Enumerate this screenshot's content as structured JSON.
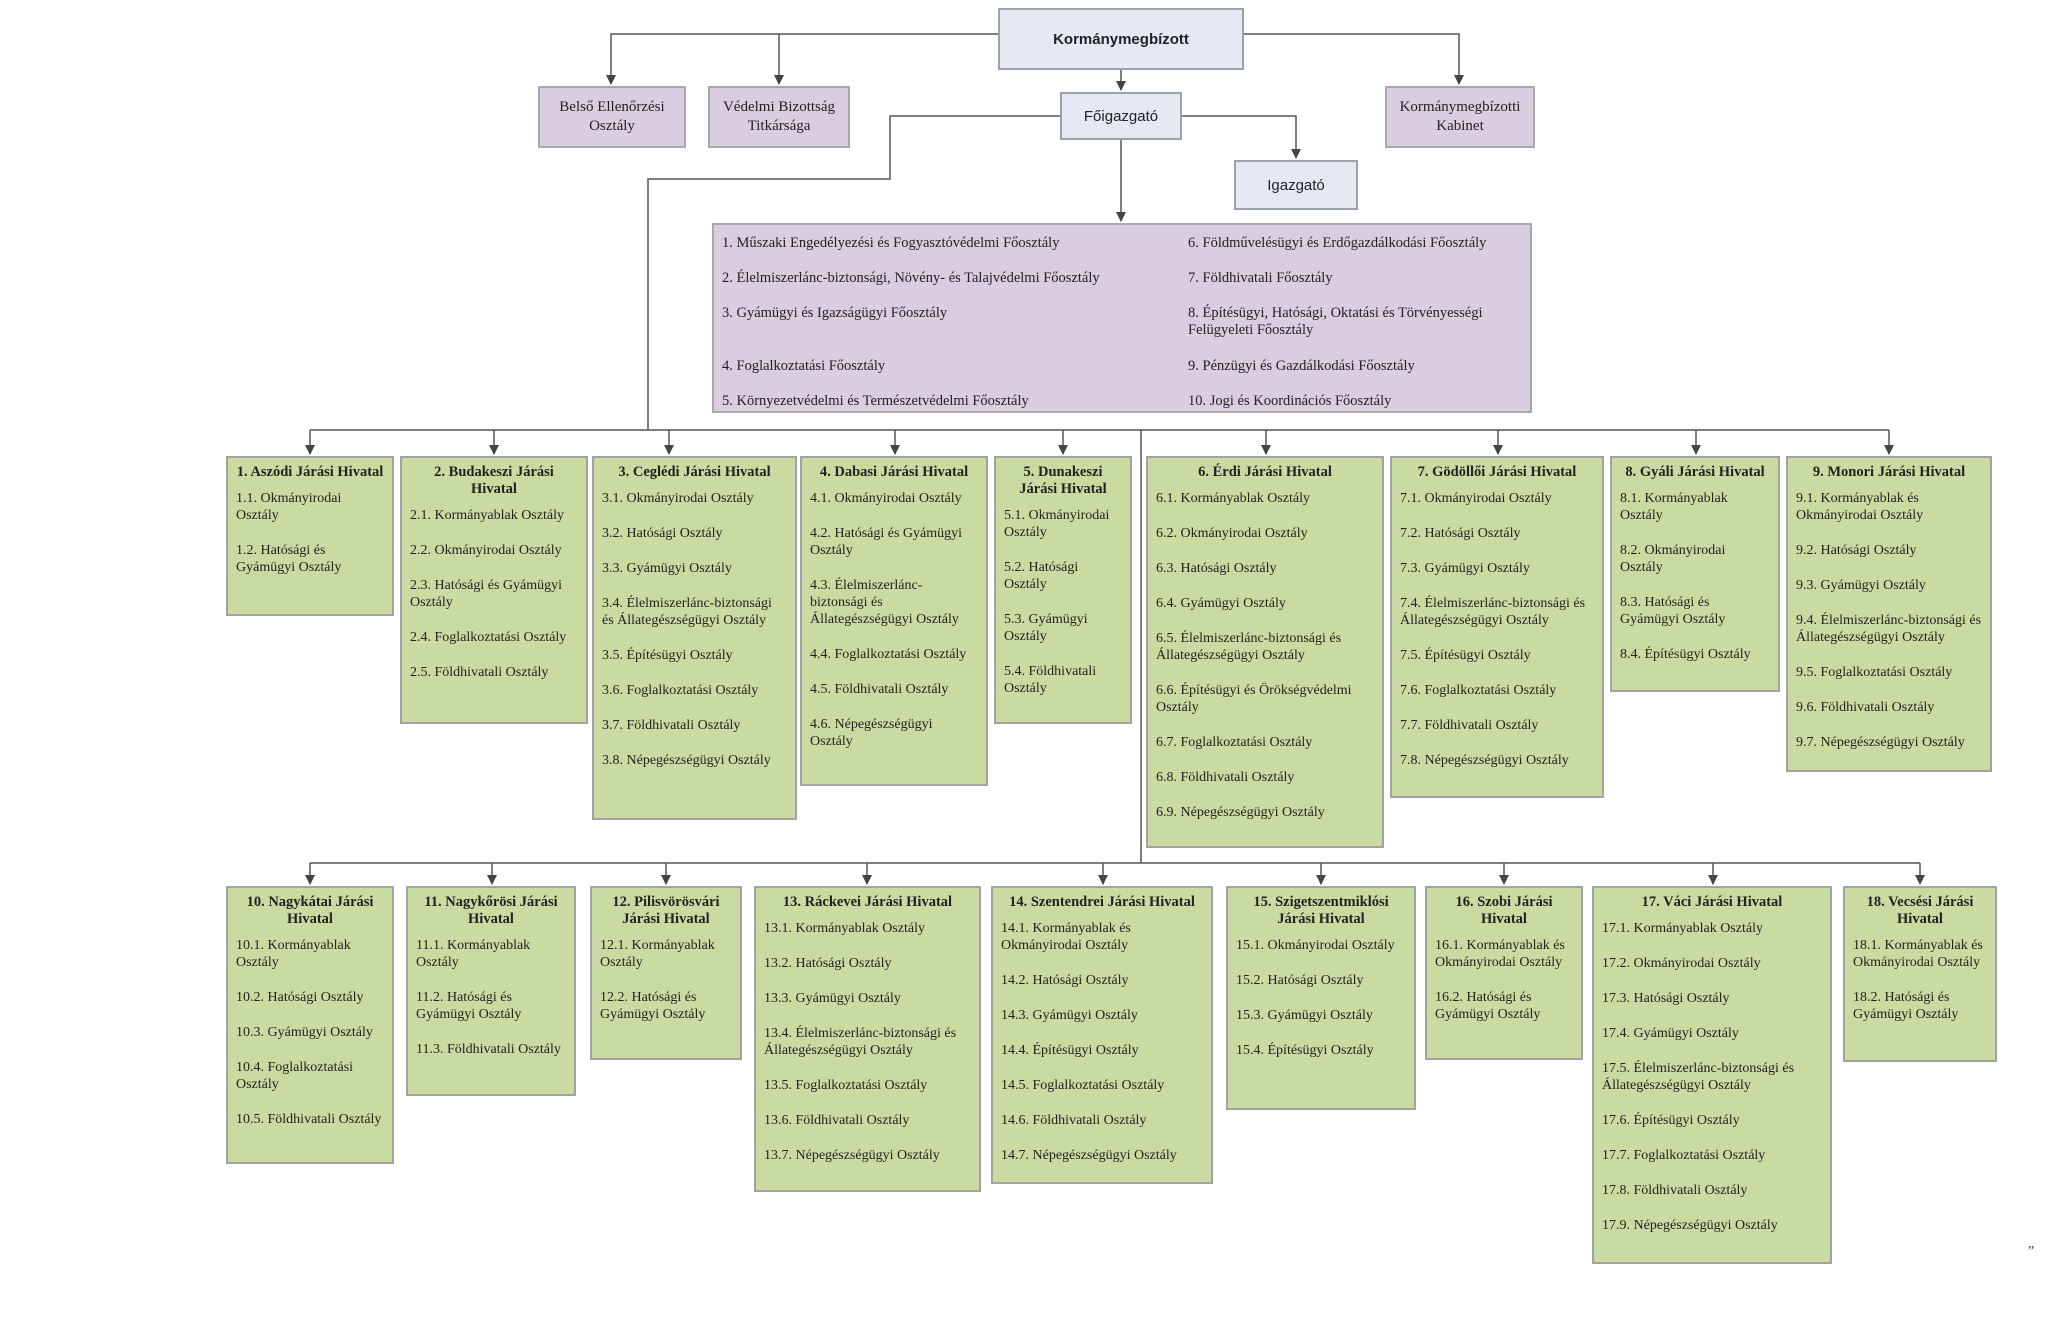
{
  "top": {
    "kormanymegbizott": "Kormánymegbízott",
    "foigazgato": "Főigazgató",
    "igazgato": "Igazgató",
    "belso": "Belső Ellenőrzési Osztály",
    "vedelmi": "Védelmi Bizottság Titkársága",
    "kabinet": "Kormánymegbízotti Kabinet"
  },
  "departments": [
    "1. Műszaki Engedélyezési és Fogyasztóvédelmi Főosztály",
    "2. Élelmiszerlánc-biztonsági, Növény- és Talajvédelmi Főosztály",
    "3. Gyámügyi és Igazságügyi Főosztály",
    "4. Foglalkoztatási Főosztály",
    "5. Környezetvédelmi és Természetvédelmi Főosztály",
    "6. Földművelésügyi  és Erdőgazdálkodási Főosztály",
    "7. Földhivatali Főosztály",
    "8. Építésügyi, Hatósági, Oktatási és Törvényességi Felügyeleti Főosztály",
    "9. Pénzügyi és Gazdálkodási Főosztály",
    "10. Jogi és Koordinációs Főosztály"
  ],
  "offices_row1": [
    {
      "title": "1. Aszódi Járási Hivatal",
      "items": [
        "1.1. Okmányirodai Osztály",
        "1.2. Hatósági és Gyámügyi Osztály"
      ]
    },
    {
      "title": "2. Budakeszi Járási Hivatal",
      "items": [
        "2.1. Kormányablak Osztály",
        "2.2. Okmányirodai Osztály",
        "2.3. Hatósági és Gyámügyi Osztály",
        "2.4. Foglalkoztatási Osztály",
        "2.5. Földhivatali Osztály"
      ]
    },
    {
      "title": "3. Ceglédi Járási Hivatal",
      "items": [
        "3.1. Okmányirodai Osztály",
        "3.2. Hatósági Osztály",
        "3.3. Gyámügyi Osztály",
        "3.4. Élelmiszerlánc-biztonsági és Állategészségügyi Osztály",
        "3.5. Építésügyi Osztály",
        "3.6. Foglalkoztatási Osztály",
        "3.7. Földhivatali  Osztály",
        "3.8. Népegészségügyi Osztály"
      ]
    },
    {
      "title": "4. Dabasi Járási Hivatal",
      "items": [
        "4.1. Okmányirodai Osztály",
        "4.2. Hatósági és Gyámügyi Osztály",
        "4.3. Élelmiszerlánc-biztonsági és Állategészségügyi Osztály",
        "4.4. Foglalkoztatási Osztály",
        "4.5. Földhivatali  Osztály",
        "4.6. Népegészségügyi Osztály"
      ]
    },
    {
      "title": "5. Dunakeszi Járási Hivatal",
      "items": [
        "5.1. Okmányirodai Osztály",
        "5.2. Hatósági Osztály",
        "5.3. Gyámügyi Osztály",
        "5.4. Földhivatali Osztály"
      ]
    },
    {
      "title": "6. Érdi Járási Hivatal",
      "items": [
        "6.1. Kormányablak Osztály",
        "6.2. Okmányirodai Osztály",
        "6.3. Hatósági Osztály",
        "6.4. Gyámügyi Osztály",
        "6.5. Élelmiszerlánc-biztonsági és Állategészségügyi Osztály",
        "6.6. Építésügyi és Örökségvédelmi Osztály",
        "6.7. Foglalkoztatási Osztály",
        "6.8. Földhivatali Osztály",
        "6.9. Népegészségügyi Osztály"
      ]
    },
    {
      "title": "7. Gödöllői Járási Hivatal",
      "items": [
        "7.1. Okmányirodai Osztály",
        "7.2. Hatósági Osztály",
        "7.3. Gyámügyi Osztály",
        "7.4. Élelmiszerlánc-biztonsági és Állategészségügyi Osztály",
        "7.5. Építésügyi Osztály",
        "7.6. Foglalkoztatási Osztály",
        "7.7. Földhivatali Osztály",
        "7.8. Népegészségügyi Osztály"
      ]
    },
    {
      "title": "8. Gyáli Járási Hivatal",
      "items": [
        "8.1. Kormányablak Osztály",
        "8.2. Okmányirodai Osztály",
        "8.3. Hatósági és Gyámügyi Osztály",
        "8.4. Építésügyi Osztály"
      ]
    },
    {
      "title": "9. Monori Járási Hivatal",
      "items": [
        "9.1. Kormányablak és Okmányirodai Osztály",
        "9.2. Hatósági Osztály",
        "9.3. Gyámügyi Osztály",
        "9.4. Élelmiszerlánc-biztonsági és Állategészségügyi Osztály",
        "9.5. Foglalkoztatási Osztály",
        "9.6. Földhivatali Osztály",
        "9.7. Népegészségügyi Osztály"
      ]
    }
  ],
  "offices_row2": [
    {
      "title": "10. Nagykátai Járási Hivatal",
      "items": [
        "10.1. Kormányablak Osztály",
        "10.2. Hatósági Osztály",
        "10.3. Gyámügyi Osztály",
        "10.4. Foglalkoztatási Osztály",
        "10.5. Földhivatali Osztály"
      ]
    },
    {
      "title": "11. Nagykőrösi Járási Hivatal",
      "items": [
        "11.1. Kormányablak Osztály",
        "11.2. Hatósági és Gyámügyi Osztály",
        "11.3. Földhivatali Osztály"
      ]
    },
    {
      "title": "12. Pilisvörösvári Járási Hivatal",
      "items": [
        "12.1. Kormányablak Osztály",
        "12.2. Hatósági és Gyámügyi Osztály"
      ]
    },
    {
      "title": "13. Ráckevei Járási Hivatal",
      "items": [
        "13.1. Kormányablak Osztály",
        "13.2. Hatósági Osztály",
        "13.3. Gyámügyi Osztály",
        "13.4. Élelmiszerlánc-biztonsági és Állategészségügyi Osztály",
        "13.5. Foglalkoztatási Osztály",
        "13.6. Földhivatali Osztály",
        "13.7. Népegészségügyi Osztály"
      ]
    },
    {
      "title": "14. Szentendrei Járási Hivatal",
      "items": [
        "14.1. Kormányablak és Okmányirodai Osztály",
        "14.2. Hatósági Osztály",
        "14.3. Gyámügyi Osztály",
        "14.4. Építésügyi Osztály",
        "14.5. Foglalkoztatási Osztály",
        "14.6. Földhivatali Osztály",
        "14.7. Népegészségügyi Osztály"
      ]
    },
    {
      "title": "15. Szigetszentmiklósi Járási Hivatal",
      "items": [
        "15.1. Okmányirodai Osztály",
        "15.2. Hatósági Osztály",
        "15.3. Gyámügyi Osztály",
        "15.4. Építésügyi Osztály"
      ]
    },
    {
      "title": "16. Szobi Járási Hivatal",
      "items": [
        "16.1. Kormányablak és Okmányirodai Osztály",
        "16.2. Hatósági és Gyámügyi Osztály"
      ]
    },
    {
      "title": "17. Váci Járási Hivatal",
      "items": [
        "17.1. Kormányablak Osztály",
        "17.2. Okmányirodai Osztály",
        "17.3. Hatósági Osztály",
        "17.4. Gyámügyi Osztály",
        "17.5. Élelmiszerlánc-biztonsági és Állategészségügyi Osztály",
        "17.6. Építésügyi Osztály",
        "17.7. Foglalkoztatási Osztály",
        "17.8. Földhivatali Osztály",
        "17.9. Népegészségügyi Osztály"
      ]
    },
    {
      "title": "18. Vecsési Járási Hivatal",
      "items": [
        "18.1. Kormányablak és Okmányirodai Osztály",
        "18.2. Hatósági és Gyámügyi Osztály"
      ]
    }
  ],
  "corner_mark": "”",
  "colors": {
    "lilac": "#d8cde1",
    "green": "#c9dba0",
    "blue": "#e5e9f3",
    "line": "#555555"
  }
}
